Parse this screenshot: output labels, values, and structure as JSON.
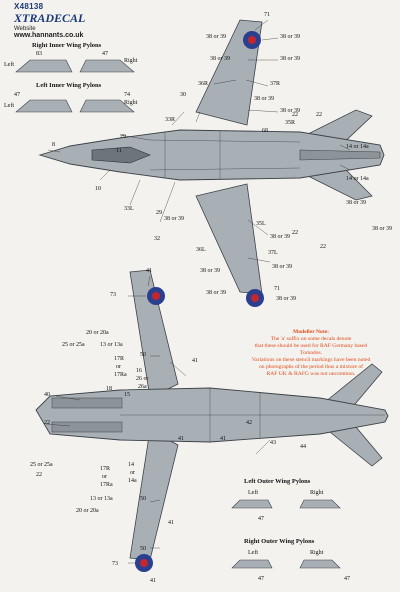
{
  "brand": {
    "code": "X48138",
    "name": "XTRADECAL",
    "web": "Website",
    "url": "www.hannants.co.uk"
  },
  "pylons": {
    "right_inner": {
      "title": "Right Inner Wing Pylons",
      "left_label": "Left",
      "right_label": "Right",
      "nums": [
        "83",
        "47"
      ]
    },
    "left_inner": {
      "title": "Left Inner Wing Pylons",
      "left_label": "Left",
      "right_label": "Right",
      "nums": [
        "47",
        "74"
      ]
    },
    "left_outer": {
      "title": "Left Outer Wing Pylons",
      "left_label": "Left",
      "right_label": "Right",
      "nums": [
        "47"
      ]
    },
    "right_outer": {
      "title": "Right Outer Wing Pylons",
      "left_label": "Left",
      "right_label": "Right",
      "nums": [
        "47",
        "47"
      ]
    }
  },
  "note": {
    "title": "Modeller Note:",
    "line1": "The 'a' suffix on some decals denote",
    "line2": "that these should be used for RAF Germany based",
    "line3": "Tornados.",
    "line4": "Variations on these stencil markings have been noted",
    "line5": "on photographs of the period thus a mixture of",
    "line6": "RAF UK & RAFG was not uncommon."
  },
  "upper_labels": {
    "n71": "71",
    "n38a": "38 or 39",
    "n38b": "38 or 39",
    "n38c": "38 or 39",
    "n38d": "38 or 39",
    "n36r": "36R",
    "n37r": "37R",
    "n30": "30",
    "n33r": "33R",
    "n35r": "35R",
    "n22a": "22",
    "n22b": "22",
    "n38e": "38 or 39",
    "n38f": "38 or 39",
    "n68": "68",
    "n29": "29",
    "n11": "11",
    "n8": "8",
    "n10": "10",
    "n14": "14 or 14a",
    "n14b": "14 or 14a",
    "n33l": "33L",
    "n29b": "29",
    "n38g": "38 or 39",
    "n32": "32",
    "n35l": "35L",
    "n22c": "22",
    "n22d": "22",
    "n38h": "38 or 39",
    "n38i": "38 or 39",
    "n36l": "36L",
    "n37l": "37L",
    "n38j": "38 or 39",
    "n38k": "38 or 39",
    "n38l": "38 or 39",
    "n71b": "71",
    "n38m": "38 or 39",
    "n38n": "38 or 39"
  },
  "lower_labels": {
    "n41": "41",
    "n73": "73",
    "n20": "20 or 20a",
    "n25": "25 or 25a",
    "n13": "13 or 13a",
    "n17r": "17R",
    "n_or1": "or",
    "n17ra": "17Ra",
    "n26": "26 or",
    "n26a": "26a",
    "n16": "16",
    "n18": "18",
    "n15": "15",
    "n50": "50",
    "n41b": "41",
    "n40": "40",
    "n22": "22",
    "n43": "43",
    "n44": "44",
    "n42": "42",
    "n25b": "25 or 25a",
    "n22b": "22",
    "n17rb": "17R",
    "n_or2": "or",
    "n17rab": "17Ra",
    "n14": "14",
    "n_or3": "or",
    "n14a": "14a",
    "n13b": "13 or 13a",
    "n20b": "20 or 20a",
    "n50b": "50",
    "n41c": "41",
    "n50c": "50",
    "n73b": "73",
    "n41d": "41",
    "n41e": "41",
    "n41f": "41"
  },
  "colors": {
    "camo": "#a9b0b5",
    "camo_dark": "#8c9499",
    "outline": "#3c4248",
    "roundel_red": "#c2272d",
    "roundel_blue": "#2a3f8f",
    "note_text": "#e04a1a",
    "brand_blue": "#1a3a7a"
  }
}
